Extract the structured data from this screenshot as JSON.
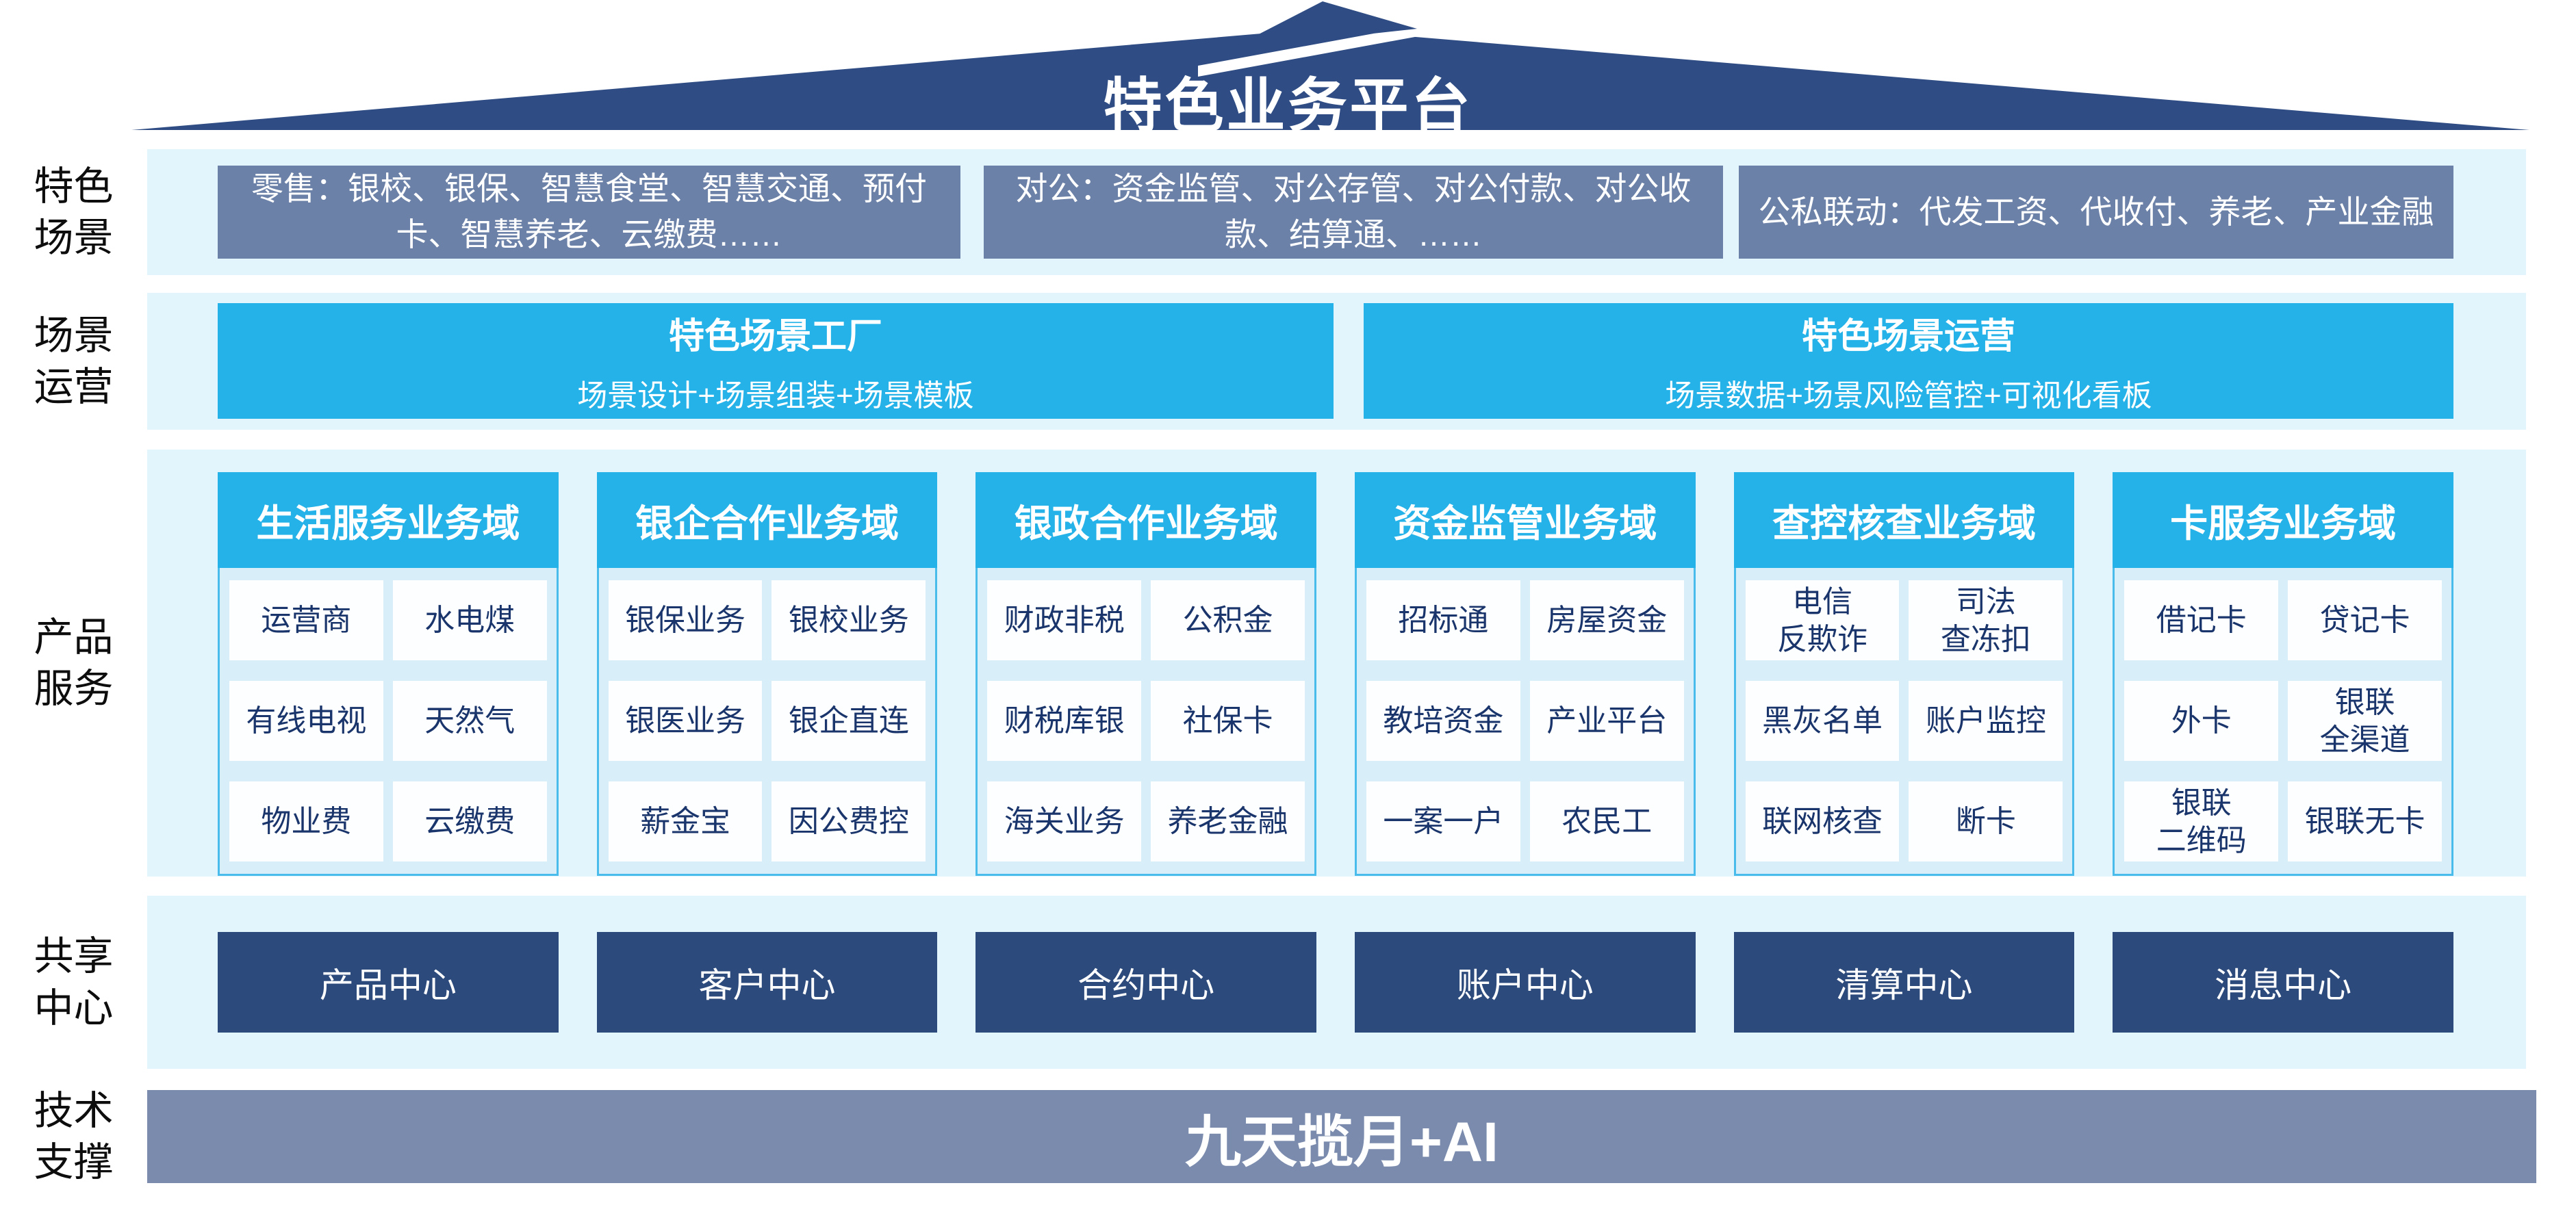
{
  "title": "特色业务平台",
  "side_labels": {
    "scenes": "特色\n场景",
    "operation": "场景\n运营",
    "products": "产品\n服务",
    "shared": "共享\n中心",
    "tech": "技术\n支撑"
  },
  "scene_row": {
    "boxes": [
      "零售：银校、银保、智慧食堂、智慧交通、预付卡、智慧养老、云缴费……",
      "对公：资金监管、对公存管、对公付款、对公收款、结算通、……",
      "公私联动：代发工资、代收付、养老、产业金融"
    ]
  },
  "operation_row": {
    "boxes": [
      {
        "title": "特色场景工厂",
        "subtitle": "场景设计+场景组装+场景模板"
      },
      {
        "title": "特色场景运营",
        "subtitle": "场景数据+场景风险管控+可视化看板"
      }
    ]
  },
  "product_row": {
    "columns": [
      {
        "header": "生活服务业务域",
        "cells": [
          "运营商",
          "水电煤",
          "有线电视",
          "天然气",
          "物业费",
          "云缴费"
        ]
      },
      {
        "header": "银企合作业务域",
        "cells": [
          "银保业务",
          "银校业务",
          "银医业务",
          "银企直连",
          "薪金宝",
          "因公费控"
        ]
      },
      {
        "header": "银政合作业务域",
        "cells": [
          "财政非税",
          "公积金",
          "财税库银",
          "社保卡",
          "海关业务",
          "养老金融"
        ]
      },
      {
        "header": "资金监管业务域",
        "cells": [
          "招标通",
          "房屋资金",
          "教培资金",
          "产业平台",
          "一案一户",
          "农民工"
        ]
      },
      {
        "header": "查控核查业务域",
        "cells": [
          "电信\n反欺诈",
          "司法\n查冻扣",
          "黑灰名单",
          "账户监控",
          "联网核查",
          "断卡"
        ]
      },
      {
        "header": "卡服务业务域",
        "cells": [
          "借记卡",
          "贷记卡",
          "外卡",
          "银联\n全渠道",
          "银联\n二维码",
          "银联无卡"
        ]
      }
    ]
  },
  "shared_row": {
    "centers": [
      "产品中心",
      "客户中心",
      "合约中心",
      "账户中心",
      "清算中心",
      "消息中心"
    ]
  },
  "tech_row": {
    "bar": "九天揽月+AI"
  },
  "colors": {
    "roof_navy": "#2F4D84",
    "cyan": "#24B2E8",
    "scene_box_blue": "#6C81A7",
    "tech_bar_blue": "#7A8BAD",
    "band_bg": "#E2F4FC",
    "column_bg": "#D8EEF9",
    "column_border": "#49BCEB",
    "cell_bg": "#FDFEFF",
    "cell_text": "#1A356B",
    "center_box_navy": "#2D4A7C"
  }
}
